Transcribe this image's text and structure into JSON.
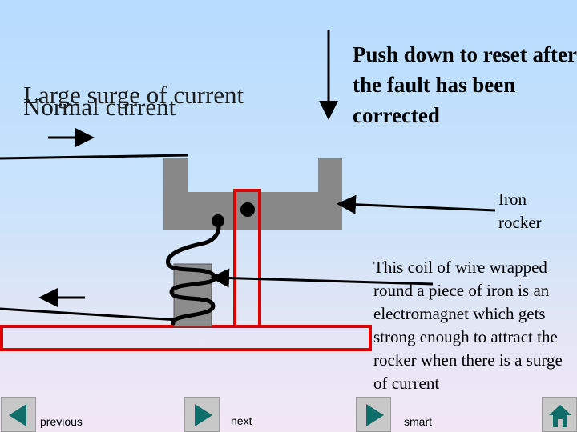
{
  "titles": {
    "large_surge": "Large surge of current",
    "normal": "Normal current"
  },
  "instruction": "Push down to reset after the fault has been corrected",
  "labels": {
    "iron_rocker": "Iron rocker",
    "coil": "This coil of wire wrapped round a piece of iron is an electromagnet which gets strong enough to attract the rocker when there is a surge of current"
  },
  "nav": {
    "previous": "previous",
    "next": "next",
    "smart": "smart"
  },
  "colors": {
    "rocker": "#888888",
    "core": "#8c8c8c",
    "highlight": "#e00000",
    "button_arrow": "#0f6e6a"
  },
  "icons": {
    "previous": "left-triangle-icon",
    "next": "right-triangle-icon",
    "smart": "right-triangle-icon",
    "home": "home-icon"
  }
}
